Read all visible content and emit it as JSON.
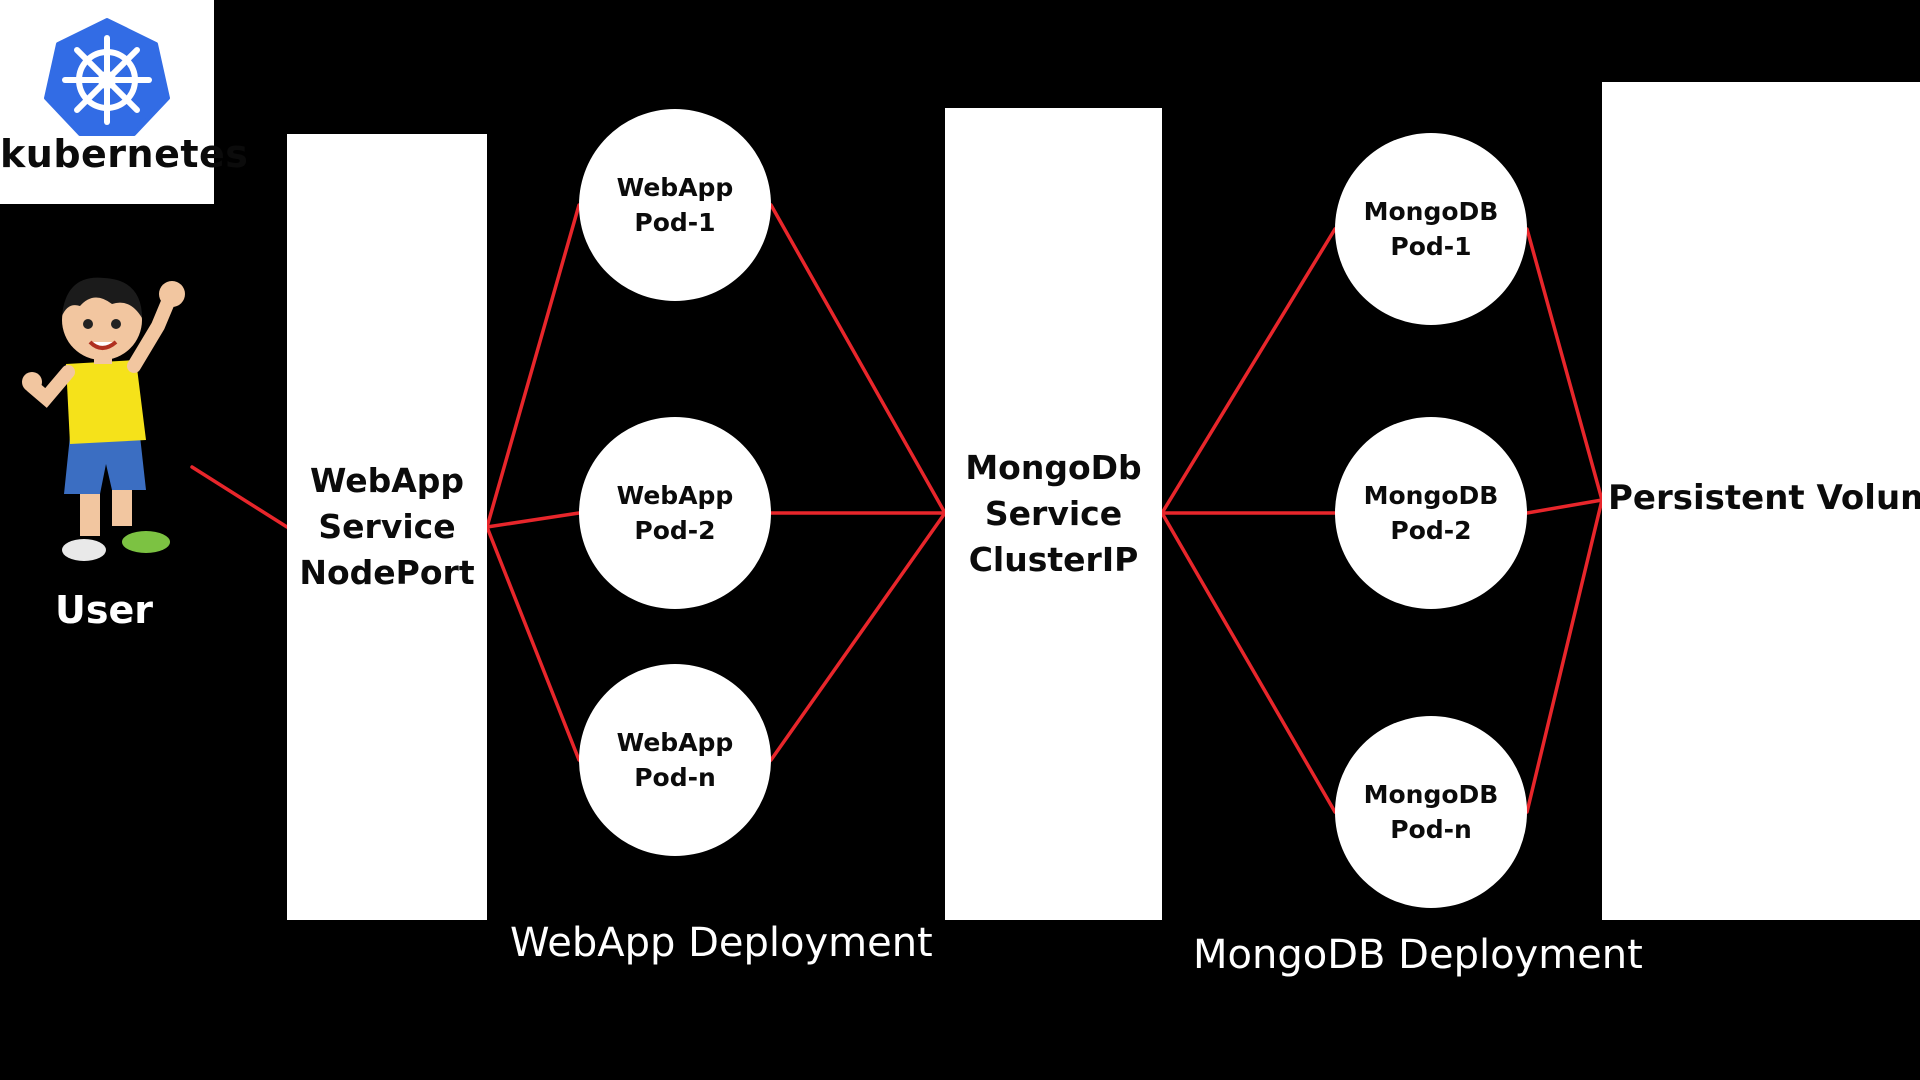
{
  "logo": {
    "text": "kubernetes",
    "icon": "kubernetes-helm-wheel-icon"
  },
  "user": {
    "label": "User",
    "icon": "user-character-icon"
  },
  "webapp_service": {
    "line1": "WebApp",
    "line2": "Service",
    "line3": "NodePort"
  },
  "webapp_pods": [
    {
      "line1": "WebApp",
      "line2": "Pod-1"
    },
    {
      "line1": "WebApp",
      "line2": "Pod-2"
    },
    {
      "line1": "WebApp",
      "line2": "Pod-n"
    }
  ],
  "mongo_service": {
    "line1": "MongoDb",
    "line2": "Service",
    "line3": "ClusterIP"
  },
  "mongo_pods": [
    {
      "line1": "MongoDB",
      "line2": "Pod-1"
    },
    {
      "line1": "MongoDB",
      "line2": "Pod-2"
    },
    {
      "line1": "MongoDB",
      "line2": "Pod-n"
    }
  ],
  "persistent_volume": {
    "label": "Persistent Volume"
  },
  "deployments": {
    "webapp": "WebApp Deployment",
    "mongodb": "MongoDB Deployment"
  },
  "colors": {
    "background": "#000000",
    "connector": "#e8262b",
    "box": "#ffffff",
    "k8s_blue": "#326ce5"
  }
}
